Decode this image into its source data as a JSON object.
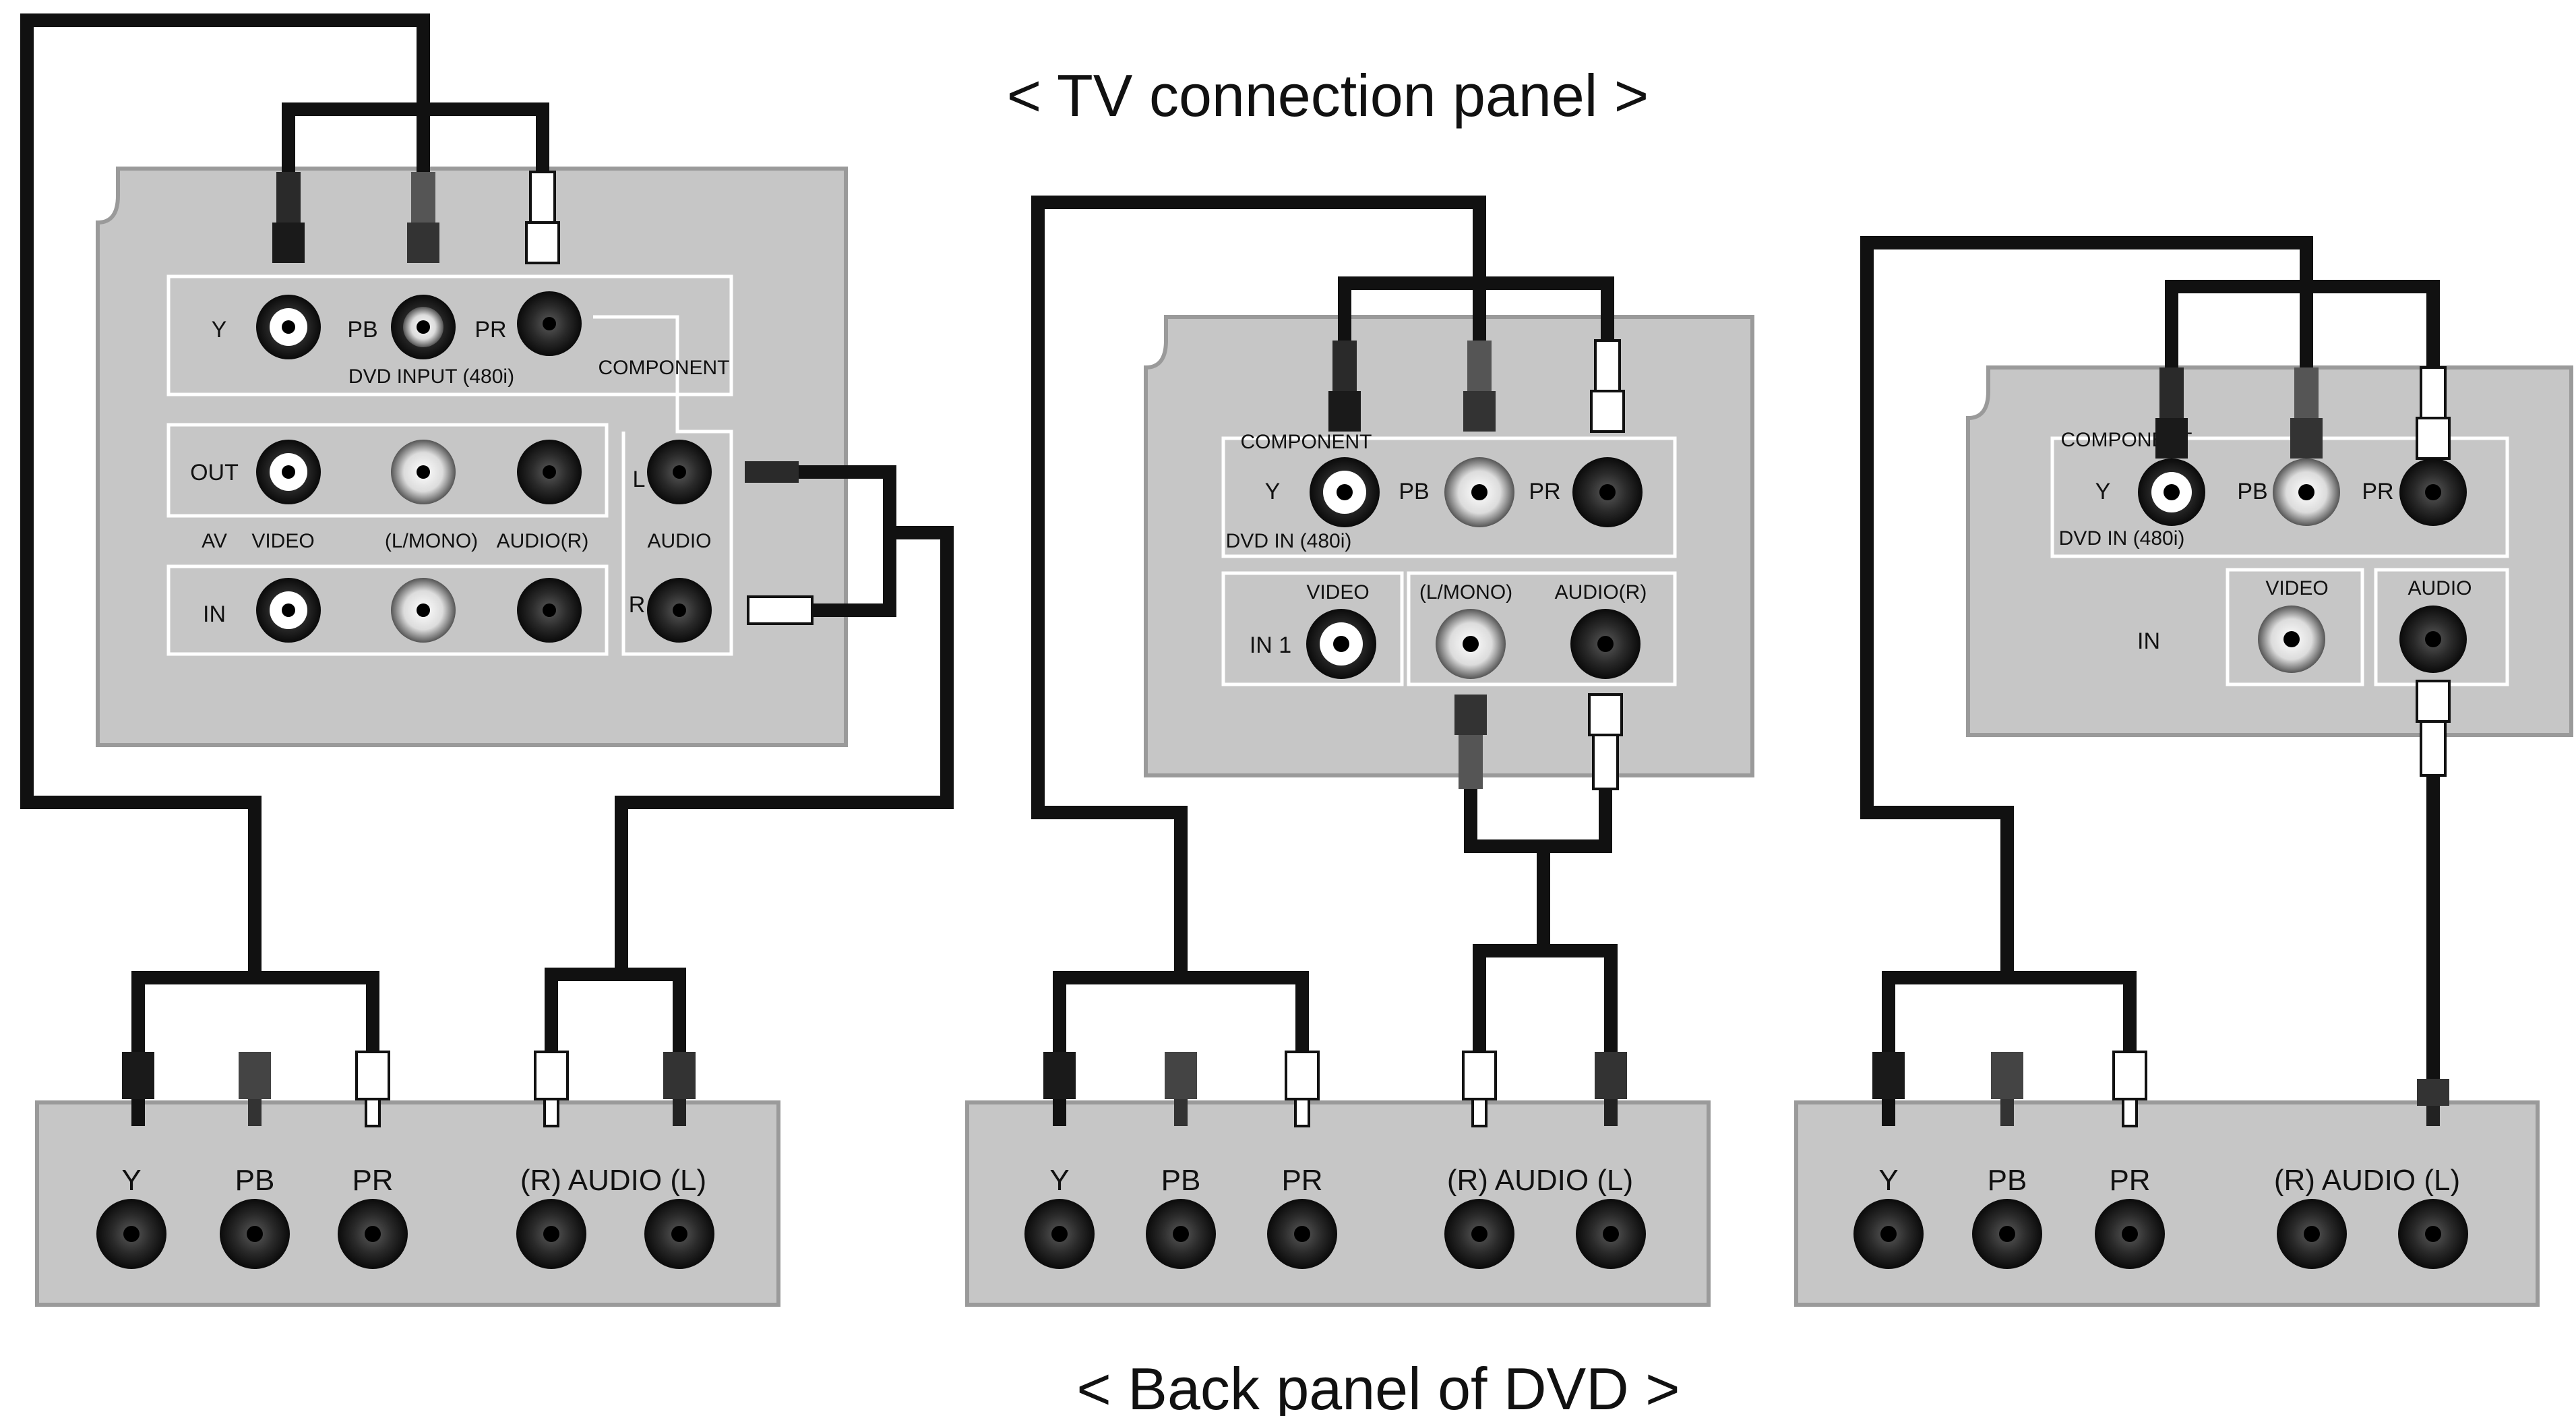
{
  "titles": {
    "top": "< TV connection panel >",
    "bottom": "< Back panel of DVD >"
  },
  "tv1": {
    "y": "Y",
    "pb": "PB",
    "pr": "PR",
    "dvd_input": "DVD INPUT (480i)",
    "component": "COMPONENT",
    "out": "OUT",
    "av": "AV",
    "video": "VIDEO",
    "lmono": "(L/MONO)",
    "audio_r": "AUDIO(R)",
    "audio": "AUDIO",
    "in": "IN",
    "l": "L",
    "r": "R"
  },
  "tv2": {
    "component": "COMPONENT",
    "y": "Y",
    "pb": "PB",
    "pr": "PR",
    "dvd_in": "DVD IN (480i)",
    "in1": "IN 1",
    "video": "VIDEO",
    "lmono": "(L/MONO)",
    "audio_r": "AUDIO(R)"
  },
  "tv3": {
    "component": "COMPONENT",
    "y": "Y",
    "pb": "PB",
    "pr": "PR",
    "dvd_in": "DVD IN (480i)",
    "in": "IN",
    "video": "VIDEO",
    "audio": "AUDIO"
  },
  "dvd": {
    "y": "Y",
    "pb": "PB",
    "pr": "PR",
    "audio_label": "(R) AUDIO (L)"
  }
}
